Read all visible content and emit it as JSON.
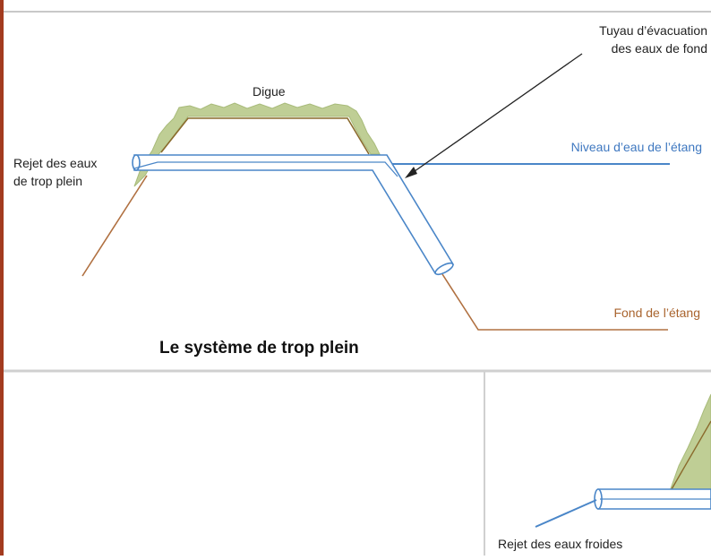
{
  "top_panel": {
    "labels": {
      "dike": "Digue",
      "pipe_line1": "Tuyau d’évacuation",
      "pipe_line2": "des eaux de fond",
      "overflow_line1": "Rejet des eaux",
      "overflow_line2": "de trop plein",
      "water_level": "Niveau d’eau de l’étang",
      "pond_bottom": "Fond de l’étang"
    },
    "caption": "Le système de trop plein"
  },
  "bottom_panel": {
    "labels": {
      "cold_discharge": "Rejet des eaux froides"
    }
  },
  "colors": {
    "frame_left": "#a33b1f",
    "panel_border": "#c8c8c8",
    "grass": "#b9c98a",
    "grass_dark": "#8fa45a",
    "soil_line": "#b07040",
    "water": "#4a86c8",
    "pipe": "#4a86c8",
    "pipe_fill": "#ffffff",
    "arrow": "#222222"
  }
}
